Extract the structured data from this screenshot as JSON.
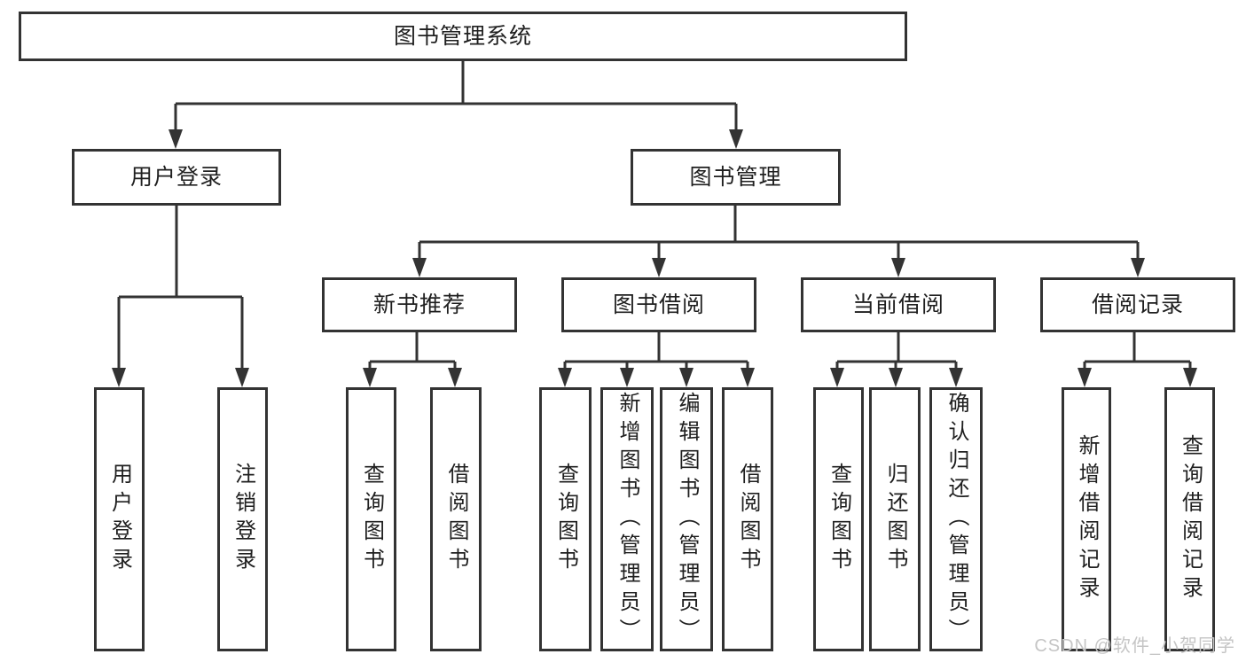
{
  "colors": {
    "line": "#333333",
    "box_border": "#333333",
    "text": "#1f1f1f",
    "background": "#ffffff",
    "watermark": "#c5c5c5"
  },
  "diagram": {
    "root": {
      "label": "图书管理系统"
    },
    "level2": [
      {
        "label": "用户登录"
      },
      {
        "label": "图书管理"
      }
    ],
    "level3": [
      {
        "label": "新书推荐"
      },
      {
        "label": "图书借阅"
      },
      {
        "label": "当前借阅"
      },
      {
        "label": "借阅记录"
      }
    ],
    "leaves": {
      "user_login": [
        "用户登录",
        "注销登录"
      ],
      "new_books": [
        "查询图书",
        "借阅图书"
      ],
      "book_borrow": [
        "查询图书",
        "新增图书（管理员）",
        "编辑图书（管理员）",
        "借阅图书"
      ],
      "current_borrow": [
        "查询图书",
        "归还图书",
        "确认归还（管理员）"
      ],
      "borrow_records": [
        "新增借阅记录",
        "查询借阅记录"
      ]
    }
  },
  "watermark": {
    "text": "CSDN @软件_小贺同学"
  }
}
